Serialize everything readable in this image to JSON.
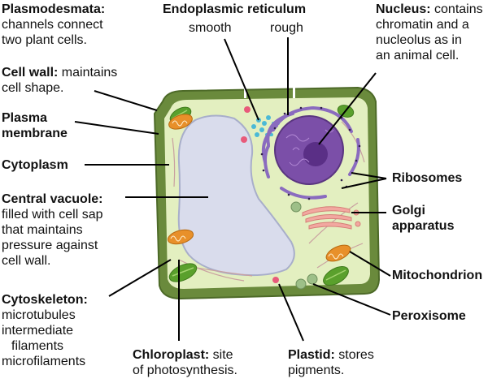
{
  "labels": {
    "plasmodesmata": {
      "term": "Plasmodesmata:",
      "line1": "channels connect",
      "line2": "two plant cells."
    },
    "er": {
      "term": "Endoplasmic reticulum",
      "smooth": "smooth",
      "rough": "rough"
    },
    "nucleus": {
      "term": "Nucleus:",
      "rest1": " contains",
      "line2": "chromatin and a",
      "line3": "nucleolus as in",
      "line4": "an animal cell."
    },
    "cell_wall": {
      "term": "Cell wall:",
      "rest1": " maintains",
      "line2": "cell shape."
    },
    "plasma_membrane": {
      "line1": "Plasma",
      "line2": "membrane"
    },
    "cytoplasm": {
      "term": "Cytoplasm"
    },
    "central_vacuole": {
      "term": "Central vacuole:",
      "line2": "filled with cell sap",
      "line3": "that maintains",
      "line4": "pressure against",
      "line5": "cell wall."
    },
    "cytoskeleton": {
      "term": "Cytoskeleton:",
      "line2": "microtubules",
      "line3": "intermediate",
      "line4": "filaments",
      "line5": "microfilaments"
    },
    "ribosomes": {
      "term": "Ribosomes"
    },
    "golgi": {
      "line1": "Golgi",
      "line2": "apparatus"
    },
    "mitochondrion": {
      "term": "Mitochondrion"
    },
    "peroxisome": {
      "term": "Peroxisome"
    },
    "chloroplast": {
      "term": "Chloroplast:",
      "rest1": " site",
      "line2": "of photosynthesis."
    },
    "plastid": {
      "term": "Plastid:",
      "rest1": " stores",
      "line2": "pigments."
    }
  },
  "colors": {
    "cell_wall": "#6a8a3c",
    "cytoplasm": "#e3efc0",
    "vacuole": "#d9dcec",
    "nucleus": "#7b4fa8",
    "er": "#8a6bbf",
    "chloroplast": "#5aa02c",
    "mitochondrion": "#e8902a",
    "golgi": "#f2a8a0",
    "peroxisome": "#9dbf88",
    "plastid": "#e85a7a",
    "smooth_er": "#4bb9d6"
  }
}
